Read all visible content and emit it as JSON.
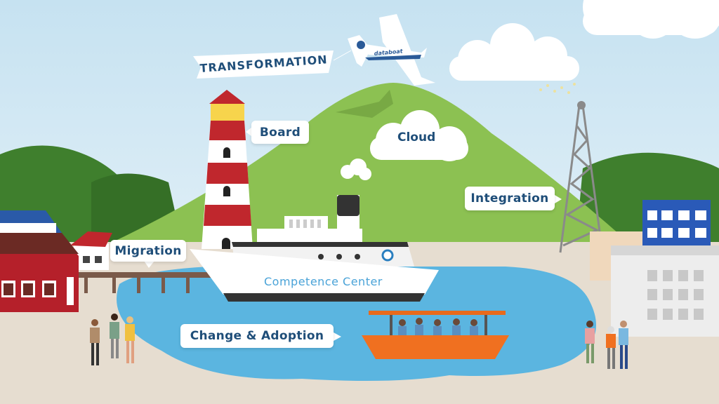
{
  "banner": {
    "text": "TRANSFORMATION"
  },
  "plane": {
    "brand": "databoat"
  },
  "labels": {
    "board": "Board",
    "cloud": "Cloud",
    "integration": "Integration",
    "migration": "Migration",
    "competence_center": "Competence Center",
    "change_adoption": "Change & Adoption"
  },
  "colors": {
    "label_text": "#1f4e79",
    "sky": "#d4e9f4",
    "hill": "#8cc152",
    "water": "#5bb5e0",
    "boat": "#f07020"
  }
}
